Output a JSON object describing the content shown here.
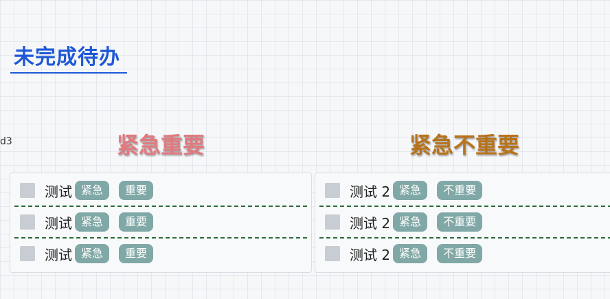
{
  "header": {
    "title": "未完成待办"
  },
  "side_stub": "d3",
  "quadrants": [
    {
      "title": "紧急重要",
      "title_color": "#e07a7f",
      "items": [
        {
          "text": "测试",
          "tags": [
            "紧急",
            "重要"
          ],
          "checked": false
        },
        {
          "text": "测试",
          "tags": [
            "紧急",
            "重要"
          ],
          "checked": false
        },
        {
          "text": "测试",
          "tags": [
            "紧急",
            "重要"
          ],
          "checked": false
        }
      ]
    },
    {
      "title": "紧急不重要",
      "title_color": "#b8731a",
      "items": [
        {
          "text": "测试 2",
          "tags": [
            "紧急",
            "不重要"
          ],
          "checked": false
        },
        {
          "text": "测试 2",
          "tags": [
            "紧急",
            "不重要"
          ],
          "checked": false
        },
        {
          "text": "测试 2",
          "tags": [
            "紧急",
            "不重要"
          ],
          "checked": false
        }
      ]
    }
  ],
  "colors": {
    "accent": "#1e58d6",
    "tag_bg": "#80a8a6",
    "separator": "#2d6a3a",
    "checkbox": "#c7cdd3"
  }
}
